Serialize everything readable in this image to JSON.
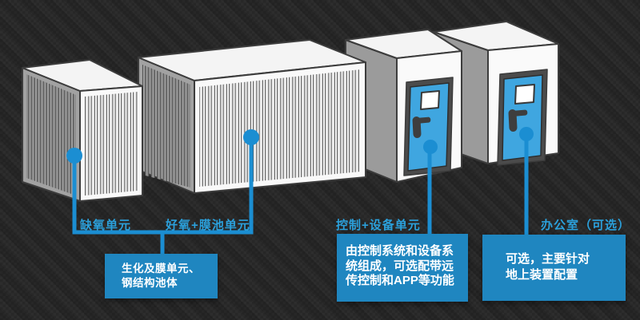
{
  "colors": {
    "line_blue": "#1b8ed2",
    "label_blue": "#2ba0db",
    "box_blue": "#1f86c0",
    "door_blue": "#3fa6e0",
    "container_top": "#f4f4f4",
    "container_front": "#fafafa",
    "container_side": "#a2a2a2",
    "background": "#282828"
  },
  "units": [
    {
      "id": "anoxic",
      "label": "缺氧单元",
      "type": "corrugated-container"
    },
    {
      "id": "aerobic-membrane",
      "label": "好氧+膜池单元",
      "type": "corrugated-container"
    },
    {
      "id": "control-equipment",
      "label": "控制+设备单元",
      "type": "door-container"
    },
    {
      "id": "office",
      "label": "办公室（可选）",
      "type": "door-container"
    }
  ],
  "callouts": [
    {
      "for": "anoxic + aerobic-membrane",
      "lines": [
        "生化及膜单元、",
        "钢结构池体"
      ]
    },
    {
      "for": "control-equipment",
      "lines": [
        "由控制系统和设备系",
        "统组成，可选配带远",
        "传控制和APP等功能"
      ]
    },
    {
      "for": "office",
      "lines": [
        "可选，主要针对",
        "地上装置配置"
      ]
    }
  ]
}
